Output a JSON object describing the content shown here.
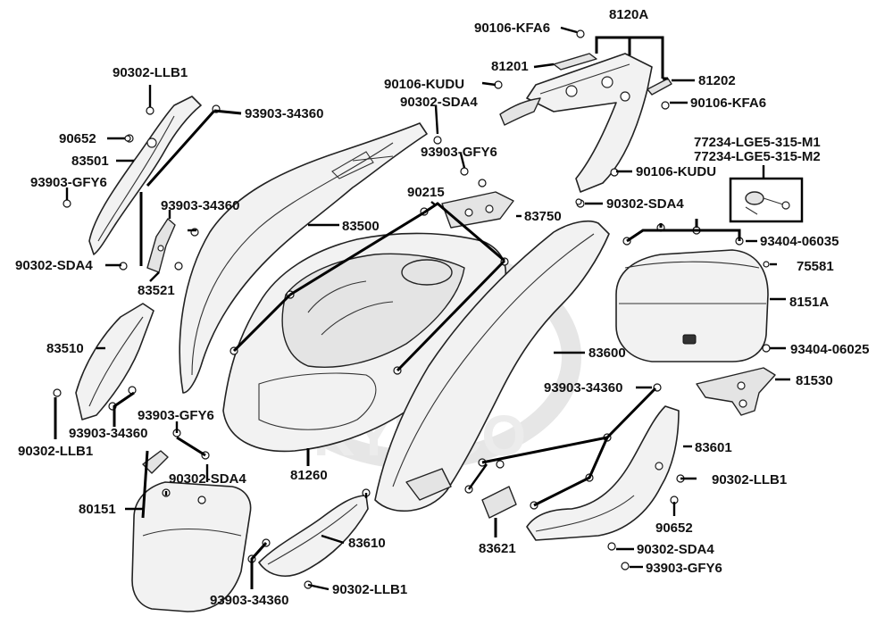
{
  "watermark": {
    "text": "KYMCO"
  },
  "labels": {
    "l_8120A": "8120A",
    "l_90106_KFA6_top": "90106-KFA6",
    "l_81201": "81201",
    "l_81202": "81202",
    "l_90106_KUDU_top": "90106-KUDU",
    "l_90106_KFA6_right": "90106-KFA6",
    "l_90302_SDA4_top": "90302-SDA4",
    "l_90302_LLB1_top": "90302-LLB1",
    "l_93903_34360_top": "93903-34360",
    "l_90652_left": "90652",
    "l_83501": "83501",
    "l_93903_GFY6_left": "93903-GFY6",
    "l_93903_GFY6_mid": "93903-GFY6",
    "l_77234_M1": "77234-LGE5-315-M1",
    "l_77234_M2": "77234-LGE5-315-M2",
    "l_90106_KUDU_right": "90106-KUDU",
    "l_93903_34360_midleft": "93903-34360",
    "l_90215": "90215",
    "l_83750": "83750",
    "l_90302_SDA4_mid": "90302-SDA4",
    "l_83500": "83500",
    "l_93404_06035": "93404-06035",
    "l_90302_SDA4_left": "90302-SDA4",
    "l_75581": "75581",
    "l_83521": "83521",
    "l_8151A": "8151A",
    "l_83510": "83510",
    "l_83600": "83600",
    "l_93404_06025": "93404-06025",
    "l_81530": "81530",
    "l_93903_34360_right": "93903-34360",
    "l_90302_LLB1_left": "90302-LLB1",
    "l_93903_34360_left": "93903-34360",
    "l_93903_GFY6_bot": "93903-GFY6",
    "l_83601": "83601",
    "l_81260": "81260",
    "l_90302_SDA4_bot": "90302-SDA4",
    "l_90302_LLB1_right": "90302-LLB1",
    "l_80151": "80151",
    "l_90652_right": "90652",
    "l_83610": "83610",
    "l_83621": "83621",
    "l_90302_SDA4_botright": "90302-SDA4",
    "l_93903_GFY6_botright": "93903-GFY6",
    "l_93903_34360_bot": "93903-34360",
    "l_90302_LLB1_bot": "90302-LLB1"
  }
}
